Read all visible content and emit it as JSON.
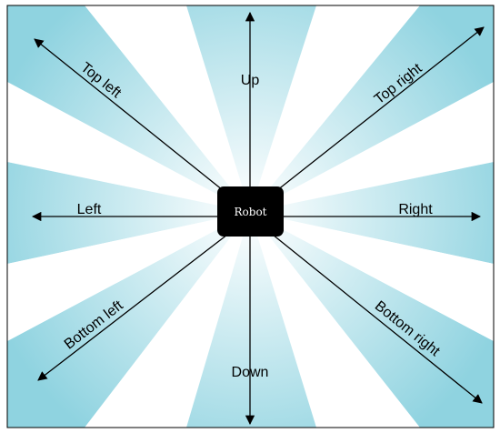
{
  "colors": {
    "wedge_inner": "#ffffff",
    "wedge_outer": "#8fd3e0",
    "background": "#ffffff",
    "border": "#000000",
    "arrow": "#000000",
    "robot_fill": "#000000",
    "robot_text": "#ffffff"
  },
  "robot": {
    "label": "Robot"
  },
  "directions": {
    "up": "Up",
    "down": "Down",
    "left": "Left",
    "right": "Right",
    "top_left": "Top left",
    "top_right": "Top right",
    "bottom_left": "Bottom left",
    "bottom_right": "Bottom right"
  }
}
